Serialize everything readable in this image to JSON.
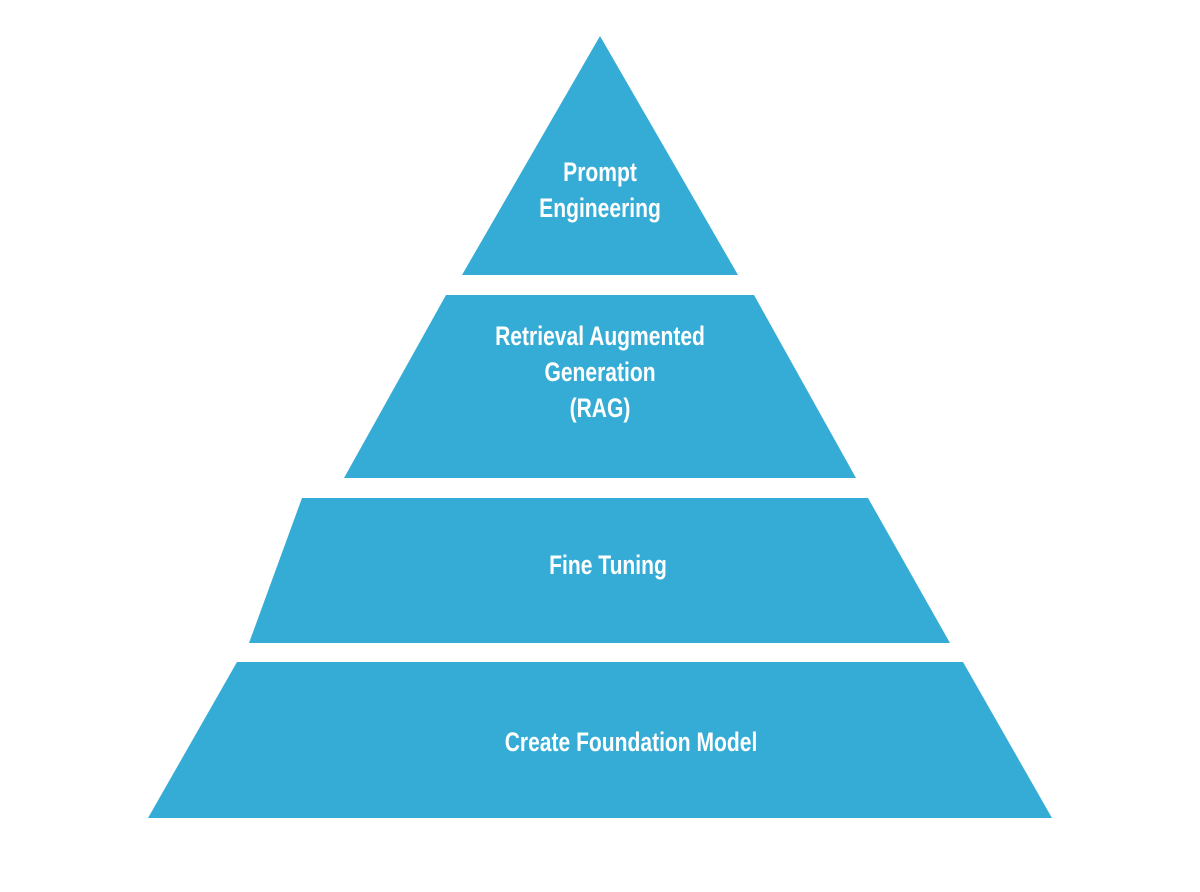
{
  "diagram": {
    "type": "pyramid",
    "fill_color": "#35acd6",
    "text_color": "#ffffff",
    "tiers": [
      {
        "lines": [
          "Prompt",
          "Engineering"
        ]
      },
      {
        "lines": [
          "Retrieval Augmented",
          "Generation",
          "(RAG)"
        ]
      },
      {
        "lines": [
          "Fine Tuning"
        ]
      },
      {
        "lines": [
          "Create Foundation Model"
        ]
      }
    ]
  }
}
